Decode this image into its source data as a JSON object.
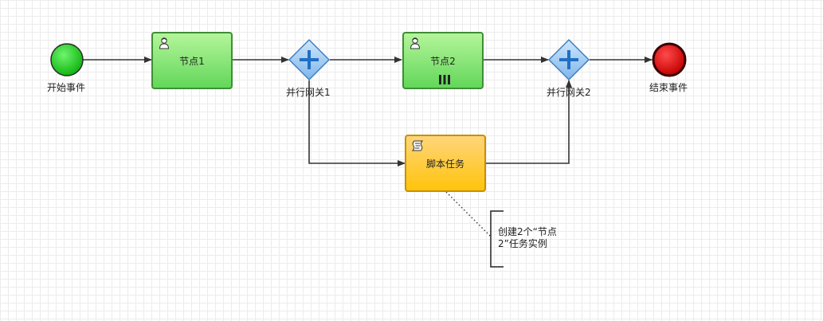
{
  "events": {
    "start": {
      "label": "开始事件",
      "color": "#22cc22"
    },
    "end": {
      "label": "结束事件",
      "color": "#dd1111"
    }
  },
  "tasks": {
    "node1": {
      "label": "节点1"
    },
    "node2": {
      "label": "节点2"
    },
    "script": {
      "label": "脚本任务"
    }
  },
  "gateways": {
    "g1": {
      "label": "并行网关1"
    },
    "g2": {
      "label": "并行网关2"
    }
  },
  "annotation": {
    "line1": "创建2个“节点",
    "line2": "2”任务实例"
  }
}
